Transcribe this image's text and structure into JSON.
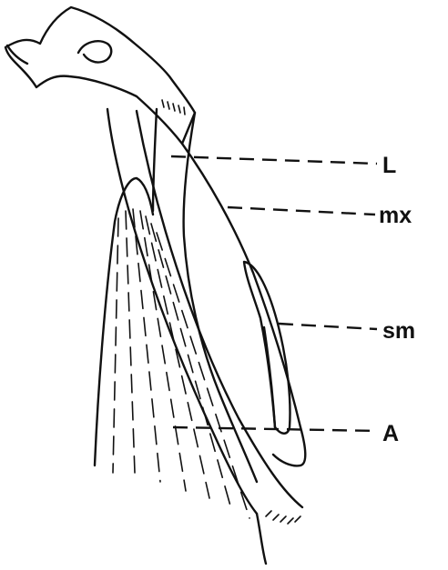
{
  "labels": {
    "L": "L",
    "mx": "mx",
    "sm": "sm",
    "A": "A"
  },
  "colors": {
    "ink": "#111111",
    "background": "#ffffff"
  }
}
